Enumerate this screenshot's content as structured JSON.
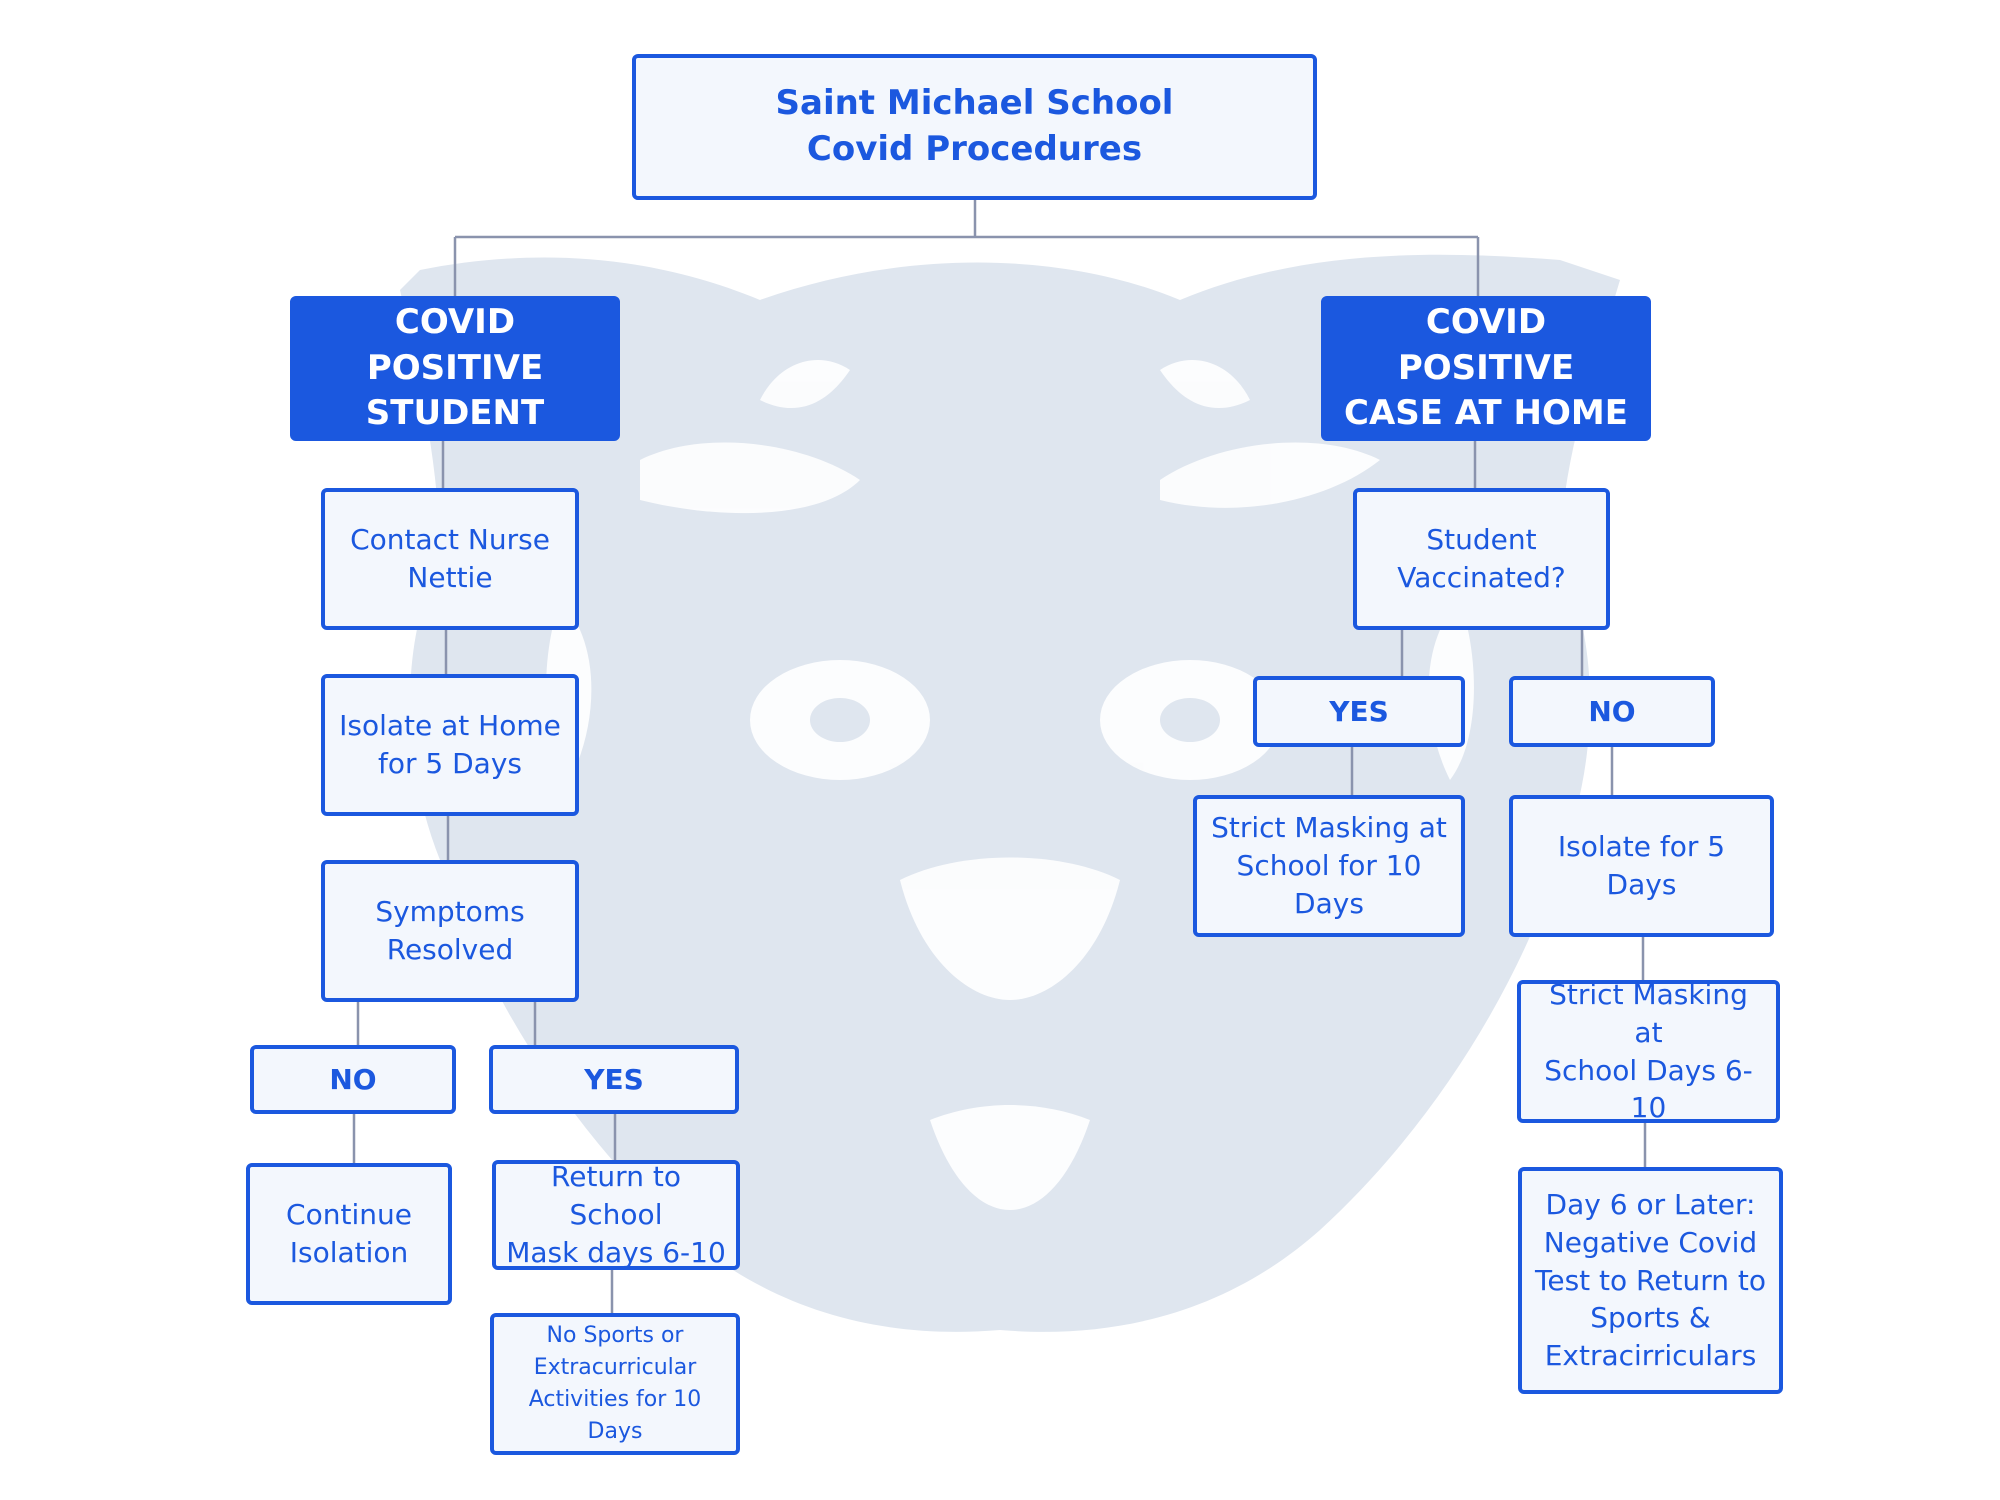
{
  "diagram": {
    "title": "Saint Michael School\nCovid Procedures",
    "left_branch": {
      "header": "COVID POSITIVE\nSTUDENT",
      "step1": "Contact Nurse\nNettie",
      "step2": "Isolate at Home\nfor 5 Days",
      "step3": "Symptoms\nResolved",
      "no_label": "NO",
      "no_result": "Continue\nIsolation",
      "yes_label": "YES",
      "yes_result": "Return to School\nMask days 6-10",
      "yes_note": "No Sports or\nExtracurricular\nActivities for 10 Days"
    },
    "right_branch": {
      "header": "COVID POSITIVE\nCASE AT HOME",
      "question": "Student\nVaccinated?",
      "yes_label": "YES",
      "yes_result": "Strict Masking at\nSchool for 10 Days",
      "no_label": "NO",
      "no_step1": "Isolate for 5 Days",
      "no_step2": "Strict Masking at\nSchool Days 6-10",
      "no_step3": "Day 6 or Later:\nNegative Covid\nTest to Return to\nSports &\nExtracirriculars"
    }
  },
  "colors": {
    "primary": "#1b58df",
    "box_fill": "#f3f7fd",
    "connector": "#8a93ad",
    "mascot": "#dfe6ef"
  }
}
